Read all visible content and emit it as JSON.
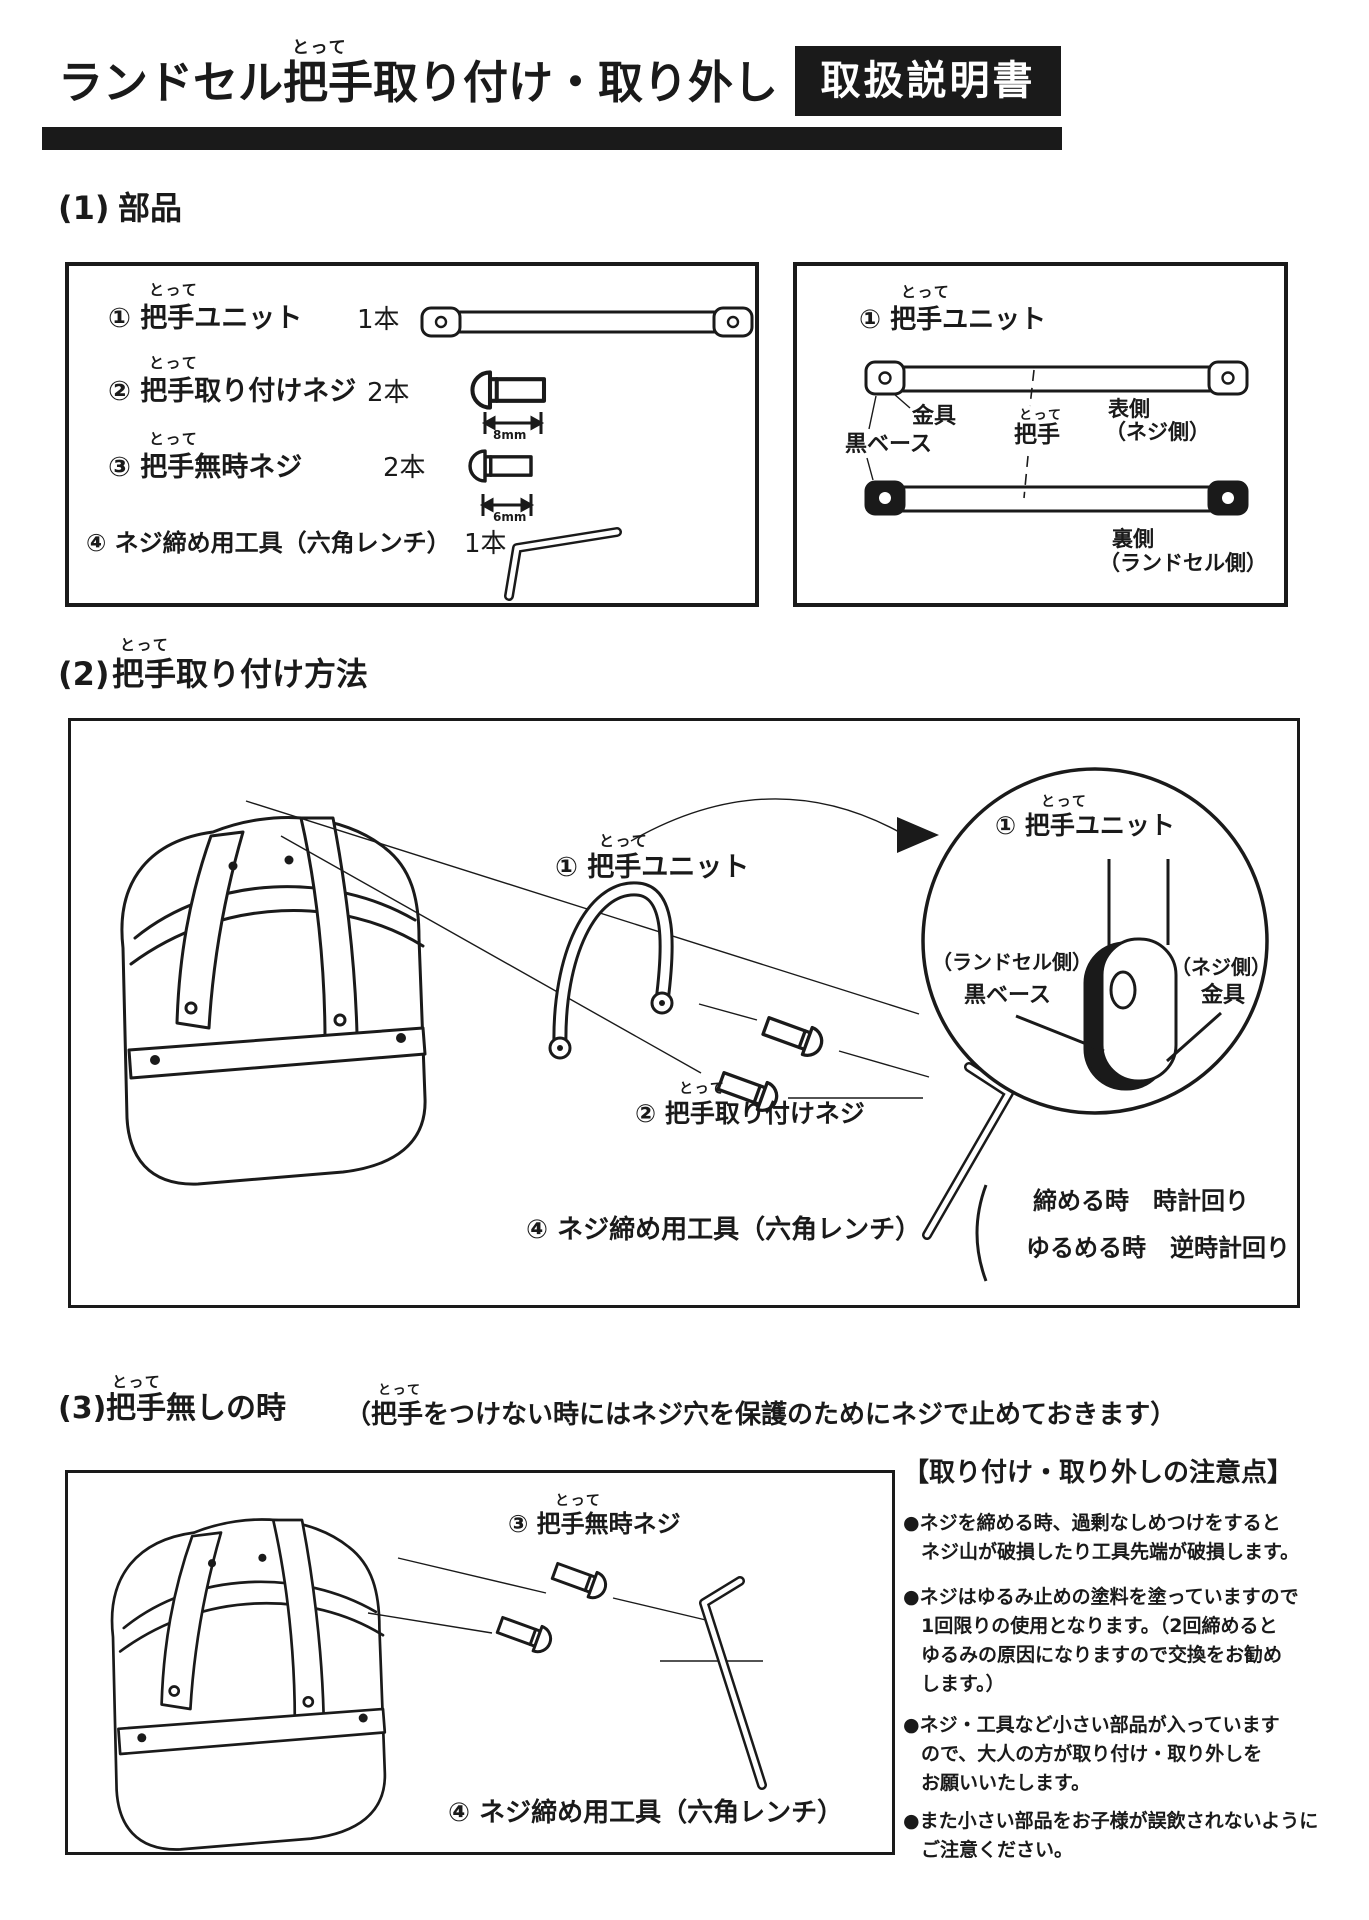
{
  "header": {
    "title": "ランドセル把手取り付け・取り外し",
    "title_furigana": "とって",
    "badge": "取扱説明書"
  },
  "sec1": {
    "num": "(1)",
    "title": "部品",
    "p1_label": "① 把手ユニット",
    "p1_furi": "とって",
    "p1_qty": "1本",
    "p2_label": "② 把手取り付けネジ",
    "p2_furi": "とって",
    "p2_qty": "2本",
    "p2_dim": "8mm",
    "p3_label": "③ 把手無時ネジ",
    "p3_furi": "とって",
    "p3_qty": "2本",
    "p3_dim": "6mm",
    "p4_label": "④ ネジ締め用工具（六角レンチ）",
    "p4_qty": "1本",
    "detail": {
      "heading": "① 把手ユニット",
      "furigana": "とって",
      "kanagu": "金具",
      "kuro_base": "黒ベース",
      "totte": "把手",
      "totte_furigana": "とって",
      "omote1": "表側",
      "omote2": "（ネジ側）",
      "ura1": "裏側",
      "ura2": "（ランドセル側）"
    }
  },
  "sec2": {
    "num": "(2)",
    "title": "把手取り付け方法",
    "furigana": "とって",
    "unit_label": "① 把手ユニット",
    "unit_furigana": "とって",
    "screw_label": "② 把手取り付けネジ",
    "screw_furigana": "とって",
    "tool_label": "④ ネジ締め用工具（六角レンチ）",
    "detail_heading": "① 把手ユニット",
    "detail_furigana": "とって",
    "detail_left1": "（ランドセル側）",
    "detail_left2": "黒ベース",
    "detail_right1": "（ネジ側）",
    "detail_right2": "金具",
    "turn_line1": "締める時　時計回り",
    "turn_line2": "ゆるめる時　逆時計回り"
  },
  "sec3": {
    "num": "(3)",
    "title": "把手無しの時",
    "furigana": "とって",
    "note": "（把手をつけない時にはネジ穴を保護のためにネジで止めておきます）",
    "note_furigana": "とって",
    "screw_label": "③ 把手無時ネジ",
    "screw_furigana": "とって",
    "tool_label": "④ ネジ締め用工具（六角レンチ）"
  },
  "cautions": {
    "title": "【取り付け・取り外しの注意点】",
    "b1l1": "●ネジを締める時、過剰なしめつけをすると",
    "b1l2": "ネジ山が破損したり工具先端が破損します。",
    "b2l1": "●ネジはゆるみ止めの塗料を塗っていますので",
    "b2l2": "1回限りの使用となります。（2回締めると",
    "b2l3": "ゆるみの原因になりますので交換をお勧め",
    "b2l4": "します。）",
    "b3l1": "●ネジ・工具など小さい部品が入っています",
    "b3l2": "ので、大人の方が取り付け・取り外しを",
    "b3l3": "お願いいたします。",
    "b4l1": "●また小さい部品をお子様が誤飲されないように",
    "b4l2": "ご注意ください。"
  },
  "colors": {
    "ink": "#1a1a1a",
    "paper": "#ffffff"
  }
}
